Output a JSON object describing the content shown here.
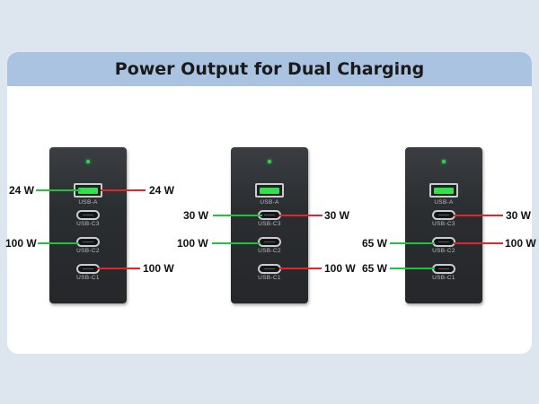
{
  "title": "Power Output for Dual Charging",
  "port_labels": {
    "usb_a": "USB-A",
    "usb_c3": "USB-C3",
    "usb_c2": "USB-C2",
    "usb_c1": "USB-C1"
  },
  "colors": {
    "background": "#dde6ee",
    "title_bar": "#a9c3e0",
    "active_green": "#1ec43e",
    "active_red": "#e0262a",
    "led": "#2bd94a"
  },
  "configs": [
    {
      "left": "24 W",
      "right": "24 W",
      "bottom_left": "100 W",
      "bottom_right": "100 W"
    },
    {
      "left": "30 W",
      "right": "30 W",
      "bottom_left": "100 W",
      "bottom_right": "100 W"
    },
    {
      "top_right": "30 W",
      "mid_left": "65 W",
      "mid_right": "100 W",
      "bottom_left": "65 W"
    }
  ]
}
